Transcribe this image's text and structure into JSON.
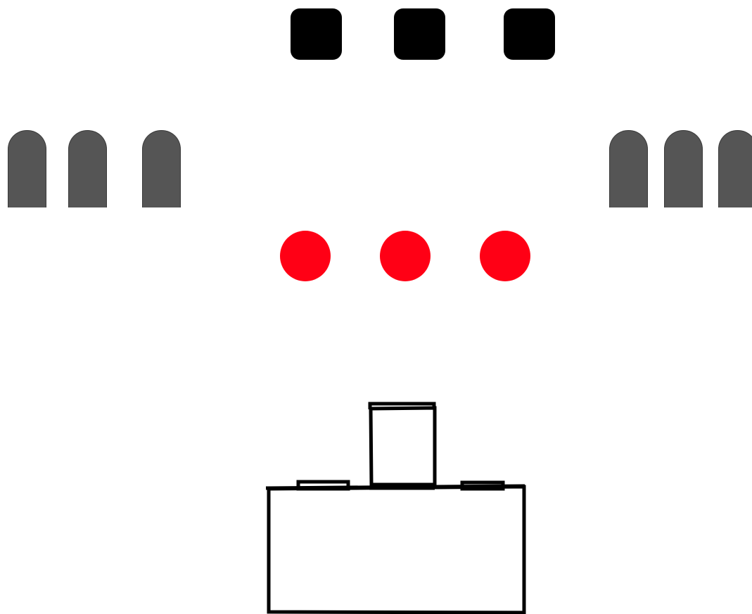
{
  "scene": {
    "background": "#ffffff",
    "top_blocks": {
      "count": 3,
      "color": "#000000",
      "icon": "square-block-icon"
    },
    "left_tombstones": {
      "count": 3,
      "color": "#555555",
      "icon": "tombstone-icon"
    },
    "right_tombstones": {
      "count": 3,
      "color": "#555555",
      "icon": "tombstone-icon"
    },
    "red_dots": {
      "count": 3,
      "color": "#ff0015",
      "icon": "red-dot-icon"
    },
    "player": {
      "stroke": "#000000",
      "icon": "cannon-icon"
    }
  }
}
